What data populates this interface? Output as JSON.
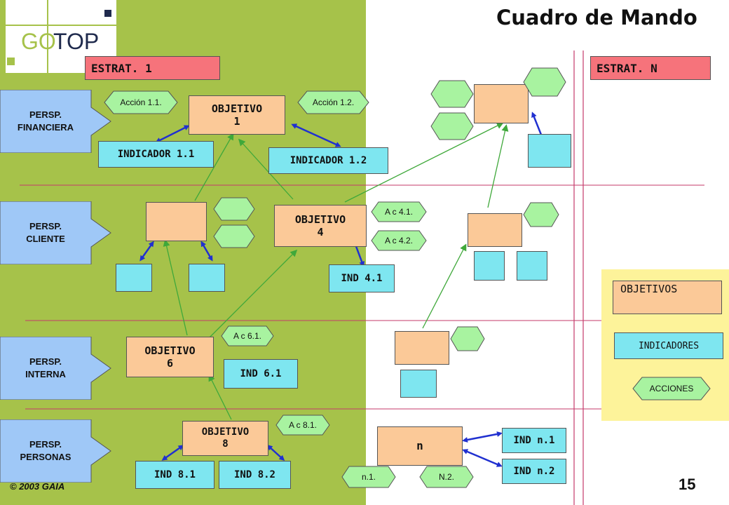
{
  "logo": {
    "text_go": "GO",
    "text_top": "TOP",
    "colors": {
      "olive": "#a6c24a",
      "navy": "#1f2a4d"
    }
  },
  "title": "Cuadro de Mando",
  "strategies": {
    "first": "ESTRAT. 1",
    "last": "ESTRAT.  N"
  },
  "perspectives": [
    {
      "label": "PERSP.\nFINANCIERA"
    },
    {
      "label": "PERSP.\nCLIENTE"
    },
    {
      "label": "PERSP.\nINTERNA"
    },
    {
      "label": "PERSP.\nPERSONAS"
    }
  ],
  "objectives": {
    "o1": "OBJETIVO\n1",
    "o4": "OBJETIVO\n4",
    "o6": "OBJETIVO\n6",
    "o8": "OBJETIVO\n8",
    "on": "n"
  },
  "indicators": {
    "i11": "INDICADOR 1.1",
    "i12": "INDICADOR 1.2",
    "i41": "IND 4.1",
    "i61": "IND 6.1",
    "i81": "IND 8.1",
    "i82": "IND 8.2",
    "in1": "IND n.1",
    "in2": "IND n.2"
  },
  "actions": {
    "a11": "Acción 1.1.",
    "a12": "Acción 1.2.",
    "a41": "A c 4.1.",
    "a42": "A c 4.2.",
    "a61": "A c 6.1.",
    "a81": "A c 8.1.",
    "an1": "n.1.",
    "an2": "N.2."
  },
  "legend": {
    "objectives": "OBJETIVOS",
    "indicators": "INDICADORES",
    "actions": "ACCIONES"
  },
  "colors": {
    "green_panel": "#a6c24a",
    "objective": "#fbc998",
    "indicator": "#7ee6f0",
    "action": "#a8f3a0",
    "strategy": "#f6737b",
    "perspective": "#9fc8f7",
    "legend_panel": "#fdf39a",
    "link_arrow": "#2030d0",
    "flow_arrow": "#3fa83a",
    "divider": "#c43a6a"
  },
  "footer": {
    "copyright": "© 2003 GAIA",
    "page_number": "15"
  }
}
